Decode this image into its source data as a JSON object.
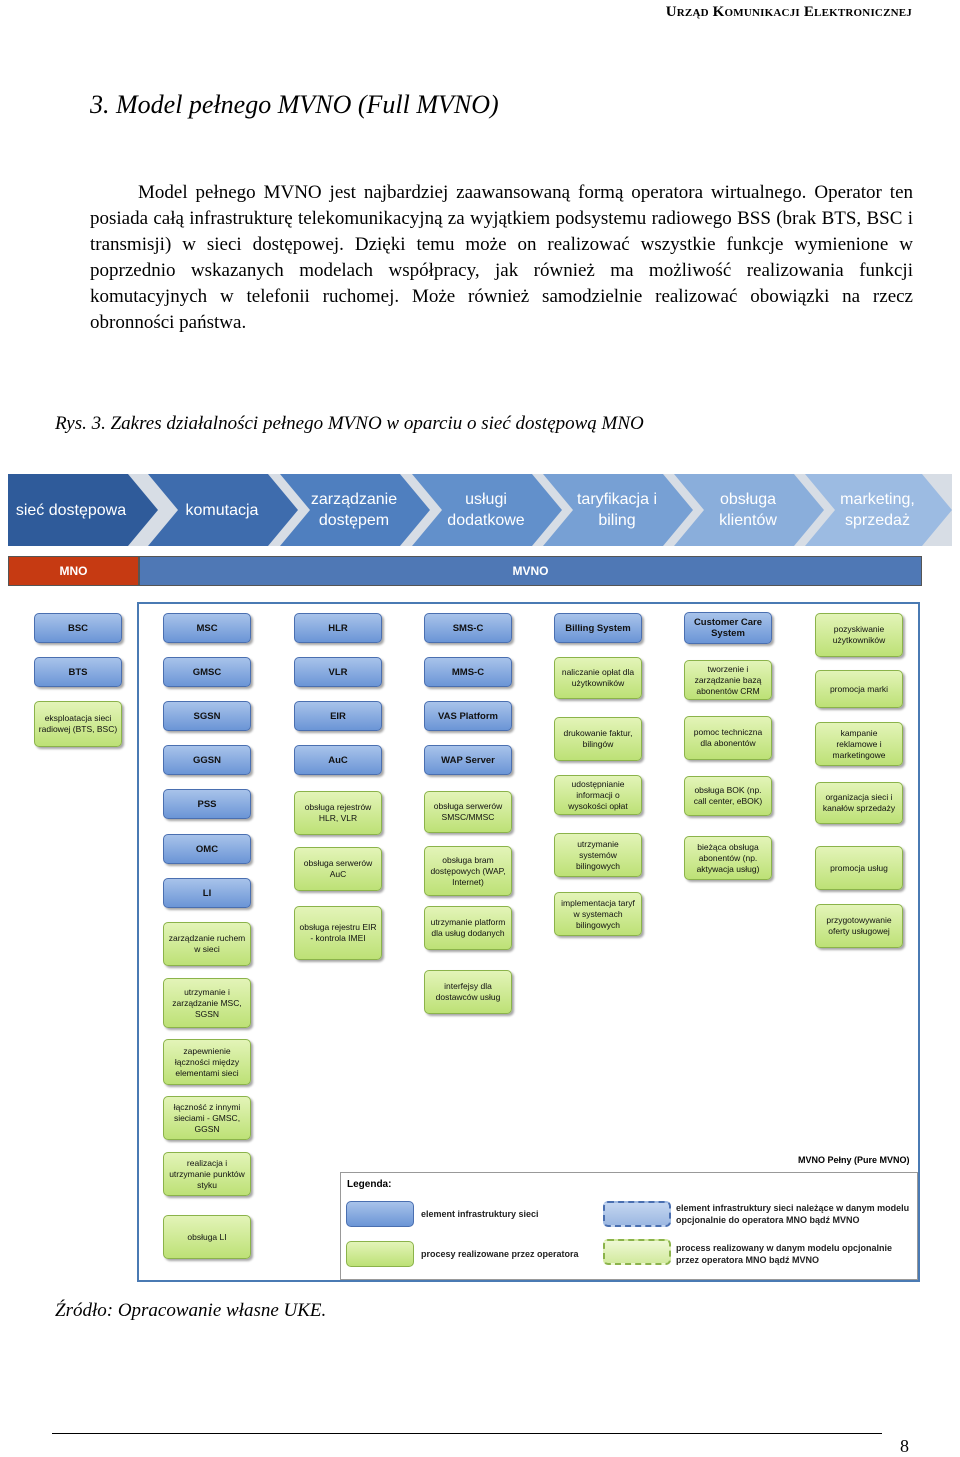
{
  "header": "Urząd Komunikacji Elektronicznej",
  "section_title": "3. Model pełnego MVNO (Full MVNO)",
  "paragraph": "Model pełnego MVNO jest najbardziej zaawansowaną formą operatora wirtualnego. Operator ten posiada całą infrastrukturę telekomunikacyjną za wyjątkiem podsystemu radiowego BSS (brak BTS, BSC i transmisji) w sieci dostępowej. Dzięki temu może on realizować wszystkie funkcje wymienione w poprzednio wskazanych modelach współpracy, jak również ma możliwość realizowania funkcji komutacyjnych w telefonii ruchomej. Może również samodzielnie realizować obowiązki na rzecz obronności państwa.",
  "caption": "Rys. 3. Zakres działalności pełnego MVNO w oparciu o sieć dostępową MNO",
  "diagram": {
    "stages": [
      {
        "label": "sieć dostępowa",
        "color": "#2f5b9a"
      },
      {
        "label": "komutacja",
        "color": "#3e6cad"
      },
      {
        "label": "zarządzanie dostępem",
        "color": "#4f7fbf"
      },
      {
        "label": "usługi dodatkowe",
        "color": "#6290cb"
      },
      {
        "label": "taryfikacja i biling",
        "color": "#77a0d4"
      },
      {
        "label": "obsługa klientów",
        "color": "#8aaedb"
      },
      {
        "label": "marketing, sprzedaż",
        "color": "#9cbbe2"
      }
    ],
    "mno_label": "MNO",
    "mvno_label": "MVNO",
    "mno_color": "#c63a12",
    "mvno_color": "#4f78b5",
    "columns": [
      [
        {
          "text": "BSC",
          "kind": "blue"
        },
        {
          "text": "BTS",
          "kind": "blue"
        },
        {
          "text": "eksploatacja sieci radiowej (BTS, BSC)",
          "kind": "green"
        }
      ],
      [
        {
          "text": "MSC",
          "kind": "blue"
        },
        {
          "text": "GMSC",
          "kind": "blue"
        },
        {
          "text": "SGSN",
          "kind": "blue"
        },
        {
          "text": "GGSN",
          "kind": "blue"
        },
        {
          "text": "PSS",
          "kind": "blue"
        },
        {
          "text": "OMC",
          "kind": "blue"
        },
        {
          "text": "LI",
          "kind": "blue"
        },
        {
          "text": "zarządzanie ruchem w sieci",
          "kind": "green"
        },
        {
          "text": "utrzymanie i zarządzanie MSC, SGSN",
          "kind": "green"
        },
        {
          "text": "zapewnienie łączności między elementami sieci",
          "kind": "green"
        },
        {
          "text": "łączność z innymi sieciami - GMSC, GGSN",
          "kind": "green"
        },
        {
          "text": "realizacja i utrzymanie punktów styku",
          "kind": "green"
        },
        {
          "text": "obsługa LI",
          "kind": "green"
        }
      ],
      [
        {
          "text": "HLR",
          "kind": "blue"
        },
        {
          "text": "VLR",
          "kind": "blue"
        },
        {
          "text": "EIR",
          "kind": "blue"
        },
        {
          "text": "AuC",
          "kind": "blue"
        },
        {
          "text": "obsługa rejestrów HLR, VLR",
          "kind": "green"
        },
        {
          "text": "obsługa serwerów AuC",
          "kind": "green"
        },
        {
          "text": "obsługa rejestru EIR - kontrola IMEI",
          "kind": "green"
        }
      ],
      [
        {
          "text": "SMS-C",
          "kind": "blue"
        },
        {
          "text": "MMS-C",
          "kind": "blue"
        },
        {
          "text": "VAS Platform",
          "kind": "blue"
        },
        {
          "text": "WAP Server",
          "kind": "blue"
        },
        {
          "text": "obsługa serwerów SMSC/MMSC",
          "kind": "green"
        },
        {
          "text": "obsługa bram dostępowych (WAP, Internet)",
          "kind": "green"
        },
        {
          "text": "utrzymanie platform dla usług dodanych",
          "kind": "green"
        },
        {
          "text": "interfejsy dla dostawców usług",
          "kind": "green"
        }
      ],
      [
        {
          "text": "Billing System",
          "kind": "blue"
        },
        {
          "text": "naliczanie opłat dla użytkowników",
          "kind": "green"
        },
        {
          "text": "drukowanie faktur, bilingów",
          "kind": "green"
        },
        {
          "text": "udostępnianie informacji o wysokości opłat",
          "kind": "green"
        },
        {
          "text": "utrzymanie systemów bilingowych",
          "kind": "green"
        },
        {
          "text": "implementacja taryf w systemach bilingowych",
          "kind": "green"
        }
      ],
      [
        {
          "text": "Customer Care System",
          "kind": "blue"
        },
        {
          "text": "tworzenie i zarządzanie bazą abonentów CRM",
          "kind": "green"
        },
        {
          "text": "pomoc techniczna dla abonentów",
          "kind": "green"
        },
        {
          "text": "obsługa BOK (np. call center, eBOK)",
          "kind": "green"
        },
        {
          "text": "bieżąca obsługa abonentów (np. aktywacja usług)",
          "kind": "green"
        }
      ],
      [
        {
          "text": "pozyskiwanie użytkowników",
          "kind": "green"
        },
        {
          "text": "promocja marki",
          "kind": "green"
        },
        {
          "text": "kampanie reklamowe i marketingowe",
          "kind": "green"
        },
        {
          "text": "organizacja sieci i kanałów sprzedaży",
          "kind": "green"
        },
        {
          "text": "promocja usług",
          "kind": "green"
        },
        {
          "text": "przygotowywanie oferty usługowej",
          "kind": "green"
        }
      ]
    ],
    "model_tag": "MVNO Pełny (Pure MVNO)",
    "legend": {
      "title": "Legenda:",
      "items": [
        {
          "text": "element infrastruktury sieci",
          "style": "blue"
        },
        {
          "text": "procesy realizowane przez operatora",
          "style": "green"
        },
        {
          "text": "element infrastruktury sieci należące w danym modelu opcjonalnie do operatora MNO bądź MVNO",
          "style": "blue-dashed"
        },
        {
          "text": "process realizowany w danym modelu opcjonalnie przez operatora MNO bądź MVNO",
          "style": "green-dashed"
        }
      ]
    }
  },
  "source": "Źródło: Opracowanie własne UKE.",
  "page_number": "8"
}
